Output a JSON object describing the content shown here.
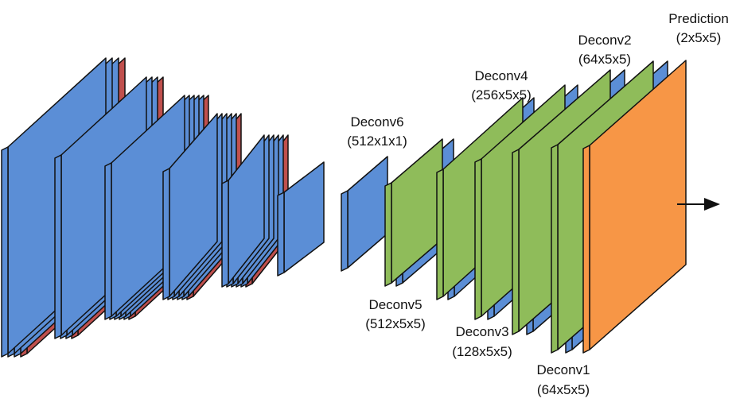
{
  "colors": {
    "conv": "#5b8ed6",
    "pool": "#c0504d",
    "norm": "#8fbc5a",
    "prediction": "#f79646",
    "stroke": "#111111",
    "label": "#111111"
  },
  "labels": {
    "deconv6": {
      "name": "Deconv6",
      "shape": "(512x1x1)"
    },
    "deconv5": {
      "name": "Deconv5",
      "shape": "(512x5x5)"
    },
    "deconv4": {
      "name": "Deconv4",
      "shape": "(256x5x5)"
    },
    "deconv3": {
      "name": "Deconv3",
      "shape": "(128x5x5)"
    },
    "deconv2": {
      "name": "Deconv2",
      "shape": "(64x5x5)"
    },
    "deconv1": {
      "name": "Deconv1",
      "shape": "(64x5x5)"
    },
    "prediction": {
      "name": "Prediction",
      "shape": "(2x5x5)"
    }
  },
  "groups": [
    {
      "id": "encoder-block-1",
      "layers": [
        "conv",
        "conv",
        "conv",
        "pool"
      ]
    },
    {
      "id": "encoder-block-2",
      "layers": [
        "conv",
        "conv",
        "conv",
        "pool"
      ]
    },
    {
      "id": "encoder-block-3",
      "layers": [
        "conv",
        "conv",
        "conv",
        "conv",
        "conv",
        "pool"
      ]
    },
    {
      "id": "encoder-block-4",
      "layers": [
        "conv",
        "conv",
        "conv",
        "conv",
        "conv",
        "pool"
      ]
    },
    {
      "id": "encoder-block-5",
      "layers": [
        "conv",
        "conv",
        "conv",
        "conv",
        "conv",
        "pool"
      ]
    },
    {
      "id": "encoder-output",
      "layers": [
        "conv"
      ]
    },
    {
      "id": "deconv6",
      "layers": [
        "conv"
      ]
    },
    {
      "id": "deconv5",
      "layers": [
        "norm",
        "conv"
      ]
    },
    {
      "id": "deconv4",
      "layers": [
        "norm",
        "conv"
      ]
    },
    {
      "id": "deconv3",
      "layers": [
        "norm",
        "conv"
      ]
    },
    {
      "id": "deconv2",
      "layers": [
        "norm",
        "conv"
      ]
    },
    {
      "id": "deconv1",
      "layers": [
        "norm",
        "conv"
      ]
    },
    {
      "id": "prediction",
      "layers": [
        "prediction"
      ]
    }
  ]
}
